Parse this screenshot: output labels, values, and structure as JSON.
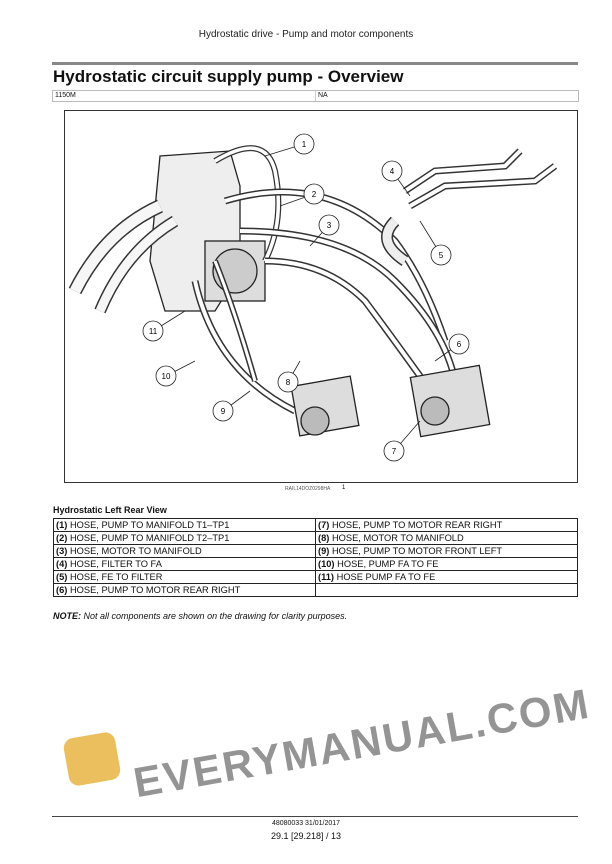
{
  "header": {
    "section_title": "Hydrostatic drive - Pump and motor components"
  },
  "title": "Hydrostatic circuit supply pump - Overview",
  "meta": {
    "model": "1150M",
    "config": "NA"
  },
  "figure": {
    "id": "RAIL14DOZ0298HA",
    "number": "1",
    "callouts": [
      "1",
      "2",
      "3",
      "4",
      "5",
      "6",
      "7",
      "8",
      "9",
      "10",
      "11"
    ],
    "caption": "Hydrostatic Left Rear View"
  },
  "legend": {
    "rows": [
      [
        {
          "num": "(1)",
          "text": " HOSE, PUMP TO MANIFOLD T1–TP1"
        },
        {
          "num": "(7)",
          "text": " HOSE, PUMP TO MOTOR REAR RIGHT"
        }
      ],
      [
        {
          "num": "(2)",
          "text": " HOSE, PUMP TO MANIFOLD T2–TP1"
        },
        {
          "num": "(8)",
          "text": " HOSE, MOTOR TO MANIFOLD"
        }
      ],
      [
        {
          "num": "(3)",
          "text": " HOSE, MOTOR TO MANIFOLD"
        },
        {
          "num": "(9)",
          "text": " HOSE, PUMP TO MOTOR FRONT LEFT"
        }
      ],
      [
        {
          "num": "(4)",
          "text": " HOSE, FILTER TO FA"
        },
        {
          "num": "(10)",
          "text": " HOSE, PUMP FA TO FE"
        }
      ],
      [
        {
          "num": "(5)",
          "text": " HOSE, FE TO FILTER"
        },
        {
          "num": "(11)",
          "text": " HOSE PUMP FA TO FE"
        }
      ],
      [
        {
          "num": "(6)",
          "text": " HOSE, PUMP TO MOTOR REAR RIGHT"
        },
        {
          "num": "",
          "text": ""
        }
      ]
    ]
  },
  "note": {
    "label": "NOTE:",
    "text": " Not all components are shown on the drawing for clarity purposes."
  },
  "watermark": "EVERYMANUAL.COM",
  "footer": {
    "doc": "48080033 31/01/2017",
    "page": "29.1 [29.218] / 13"
  }
}
